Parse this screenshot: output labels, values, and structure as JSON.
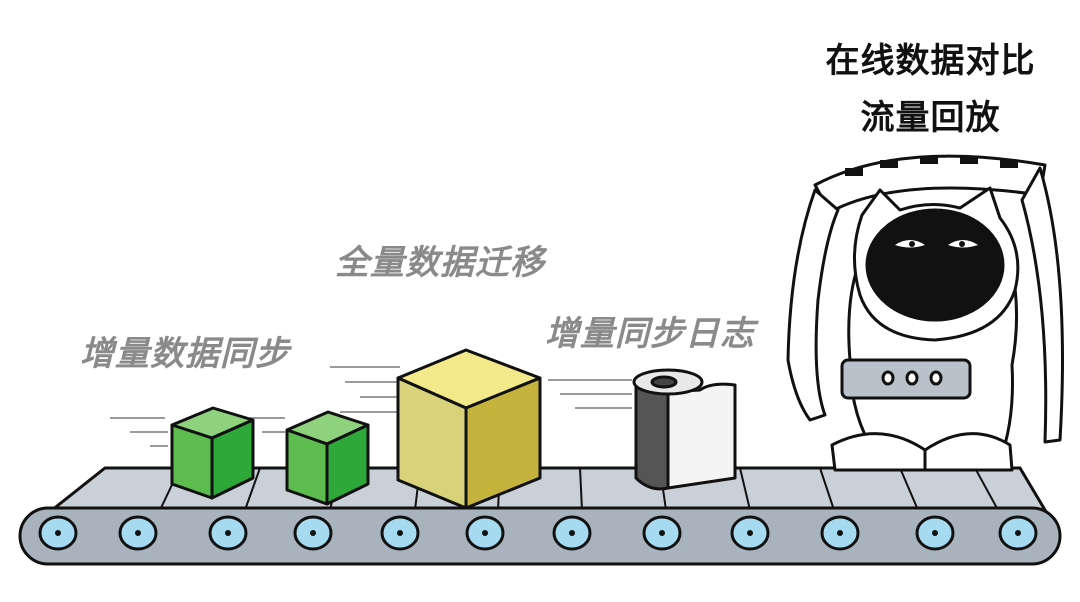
{
  "labels": {
    "incremental_sync": "增量数据同步",
    "full_migration": "全量数据迁移",
    "incremental_log": "增量同步日志",
    "online_compare": "在线数据对比",
    "traffic_replay": "流量回放"
  },
  "colors": {
    "label_gray": "#8a8a8a",
    "label_black": "#111111",
    "belt_gray": "#a9b3bd",
    "roller_blue": "#a6daf0",
    "green_cube": "#3faa44",
    "yellow_cube": "#d7cf6a"
  }
}
